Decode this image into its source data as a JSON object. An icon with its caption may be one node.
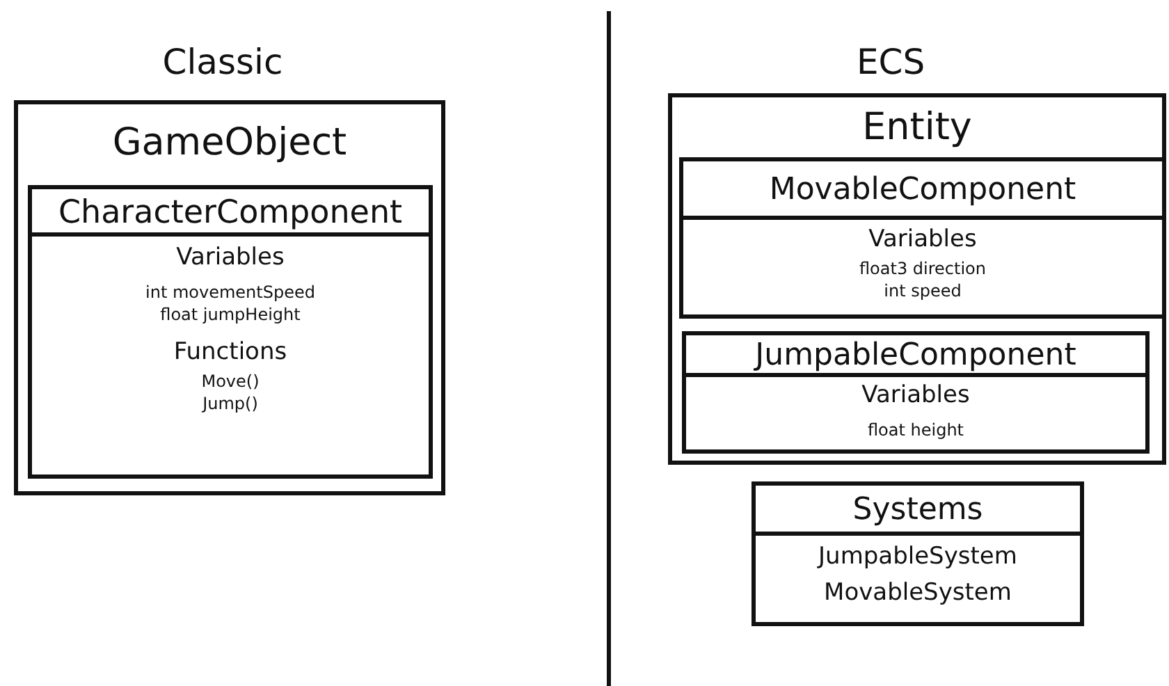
{
  "diagram": {
    "nodes": [
      {
        "text": [
          "GameObject"
        ]
      },
      {
        "text": [
          "CharacterComponent",
          "Variables",
          "int movementSpeed",
          "float jumpHeight",
          "Functions",
          "Move()",
          "Jump()"
        ],
        "in": 0
      },
      {
        "text": [
          "Entity"
        ]
      },
      {
        "text": [
          "MovableComponent",
          "Variables",
          "float3 direction",
          "int speed"
        ],
        "in": 2
      },
      {
        "text": [
          "JumpableComponent",
          "Variables",
          "float height"
        ],
        "in": 2
      },
      {
        "text": [
          "Systems",
          "JumpableSystem",
          "MovableSystem"
        ]
      }
    ],
    "labels": [
      "Classic",
      "ECS"
    ]
  }
}
